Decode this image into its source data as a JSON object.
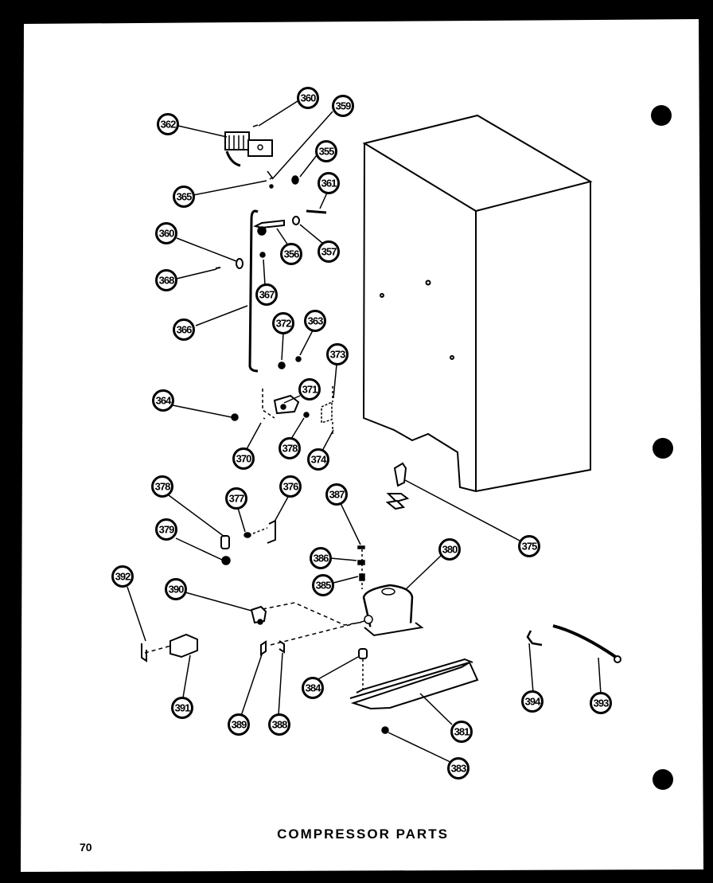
{
  "diagram": {
    "title": "COMPRESSOR PARTS",
    "page_number": "70",
    "callouts": [
      {
        "id": "c360a",
        "label": "360"
      },
      {
        "id": "c359",
        "label": "359"
      },
      {
        "id": "c362",
        "label": "362"
      },
      {
        "id": "c355",
        "label": "355"
      },
      {
        "id": "c365",
        "label": "365"
      },
      {
        "id": "c361",
        "label": "361"
      },
      {
        "id": "c360b",
        "label": "360"
      },
      {
        "id": "c356",
        "label": "356"
      },
      {
        "id": "c357",
        "label": "357"
      },
      {
        "id": "c368",
        "label": "368"
      },
      {
        "id": "c367",
        "label": "367"
      },
      {
        "id": "c366",
        "label": "366"
      },
      {
        "id": "c372",
        "label": "372"
      },
      {
        "id": "c363",
        "label": "363"
      },
      {
        "id": "c373",
        "label": "373"
      },
      {
        "id": "c371",
        "label": "371"
      },
      {
        "id": "c364",
        "label": "364"
      },
      {
        "id": "c370",
        "label": "370"
      },
      {
        "id": "c378b",
        "label": "378"
      },
      {
        "id": "c374",
        "label": "374"
      },
      {
        "id": "c378a",
        "label": "378"
      },
      {
        "id": "c377",
        "label": "377"
      },
      {
        "id": "c376",
        "label": "376"
      },
      {
        "id": "c387",
        "label": "387"
      },
      {
        "id": "c375",
        "label": "375"
      },
      {
        "id": "c379",
        "label": "379"
      },
      {
        "id": "c380",
        "label": "380"
      },
      {
        "id": "c386",
        "label": "386"
      },
      {
        "id": "c385",
        "label": "385"
      },
      {
        "id": "c392",
        "label": "392"
      },
      {
        "id": "c390",
        "label": "390"
      },
      {
        "id": "c384a",
        "label": "384"
      },
      {
        "id": "c394",
        "label": "394"
      },
      {
        "id": "c393",
        "label": "393"
      },
      {
        "id": "c391",
        "label": "391"
      },
      {
        "id": "c389",
        "label": "389"
      },
      {
        "id": "c388",
        "label": "388"
      },
      {
        "id": "c381",
        "label": "381"
      },
      {
        "id": "c383",
        "label": "383"
      }
    ]
  }
}
